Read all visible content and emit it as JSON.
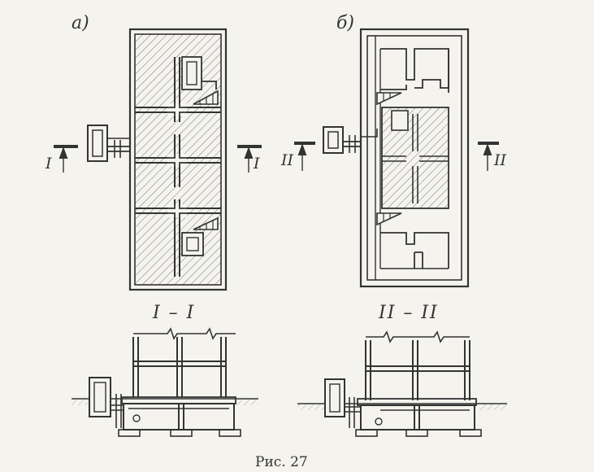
{
  "panels": {
    "a": {
      "label": "а)"
    },
    "b": {
      "label": "б)"
    }
  },
  "section_markers": {
    "I_left": "I",
    "I_right": "I",
    "II_left": "II",
    "II_right": "II"
  },
  "sections": {
    "s1": {
      "title": "I – I"
    },
    "s2": {
      "title": "II – II"
    }
  },
  "caption": "Рис. 27",
  "colors": {
    "ink": "#333333",
    "paper": "#f4f3ee"
  }
}
